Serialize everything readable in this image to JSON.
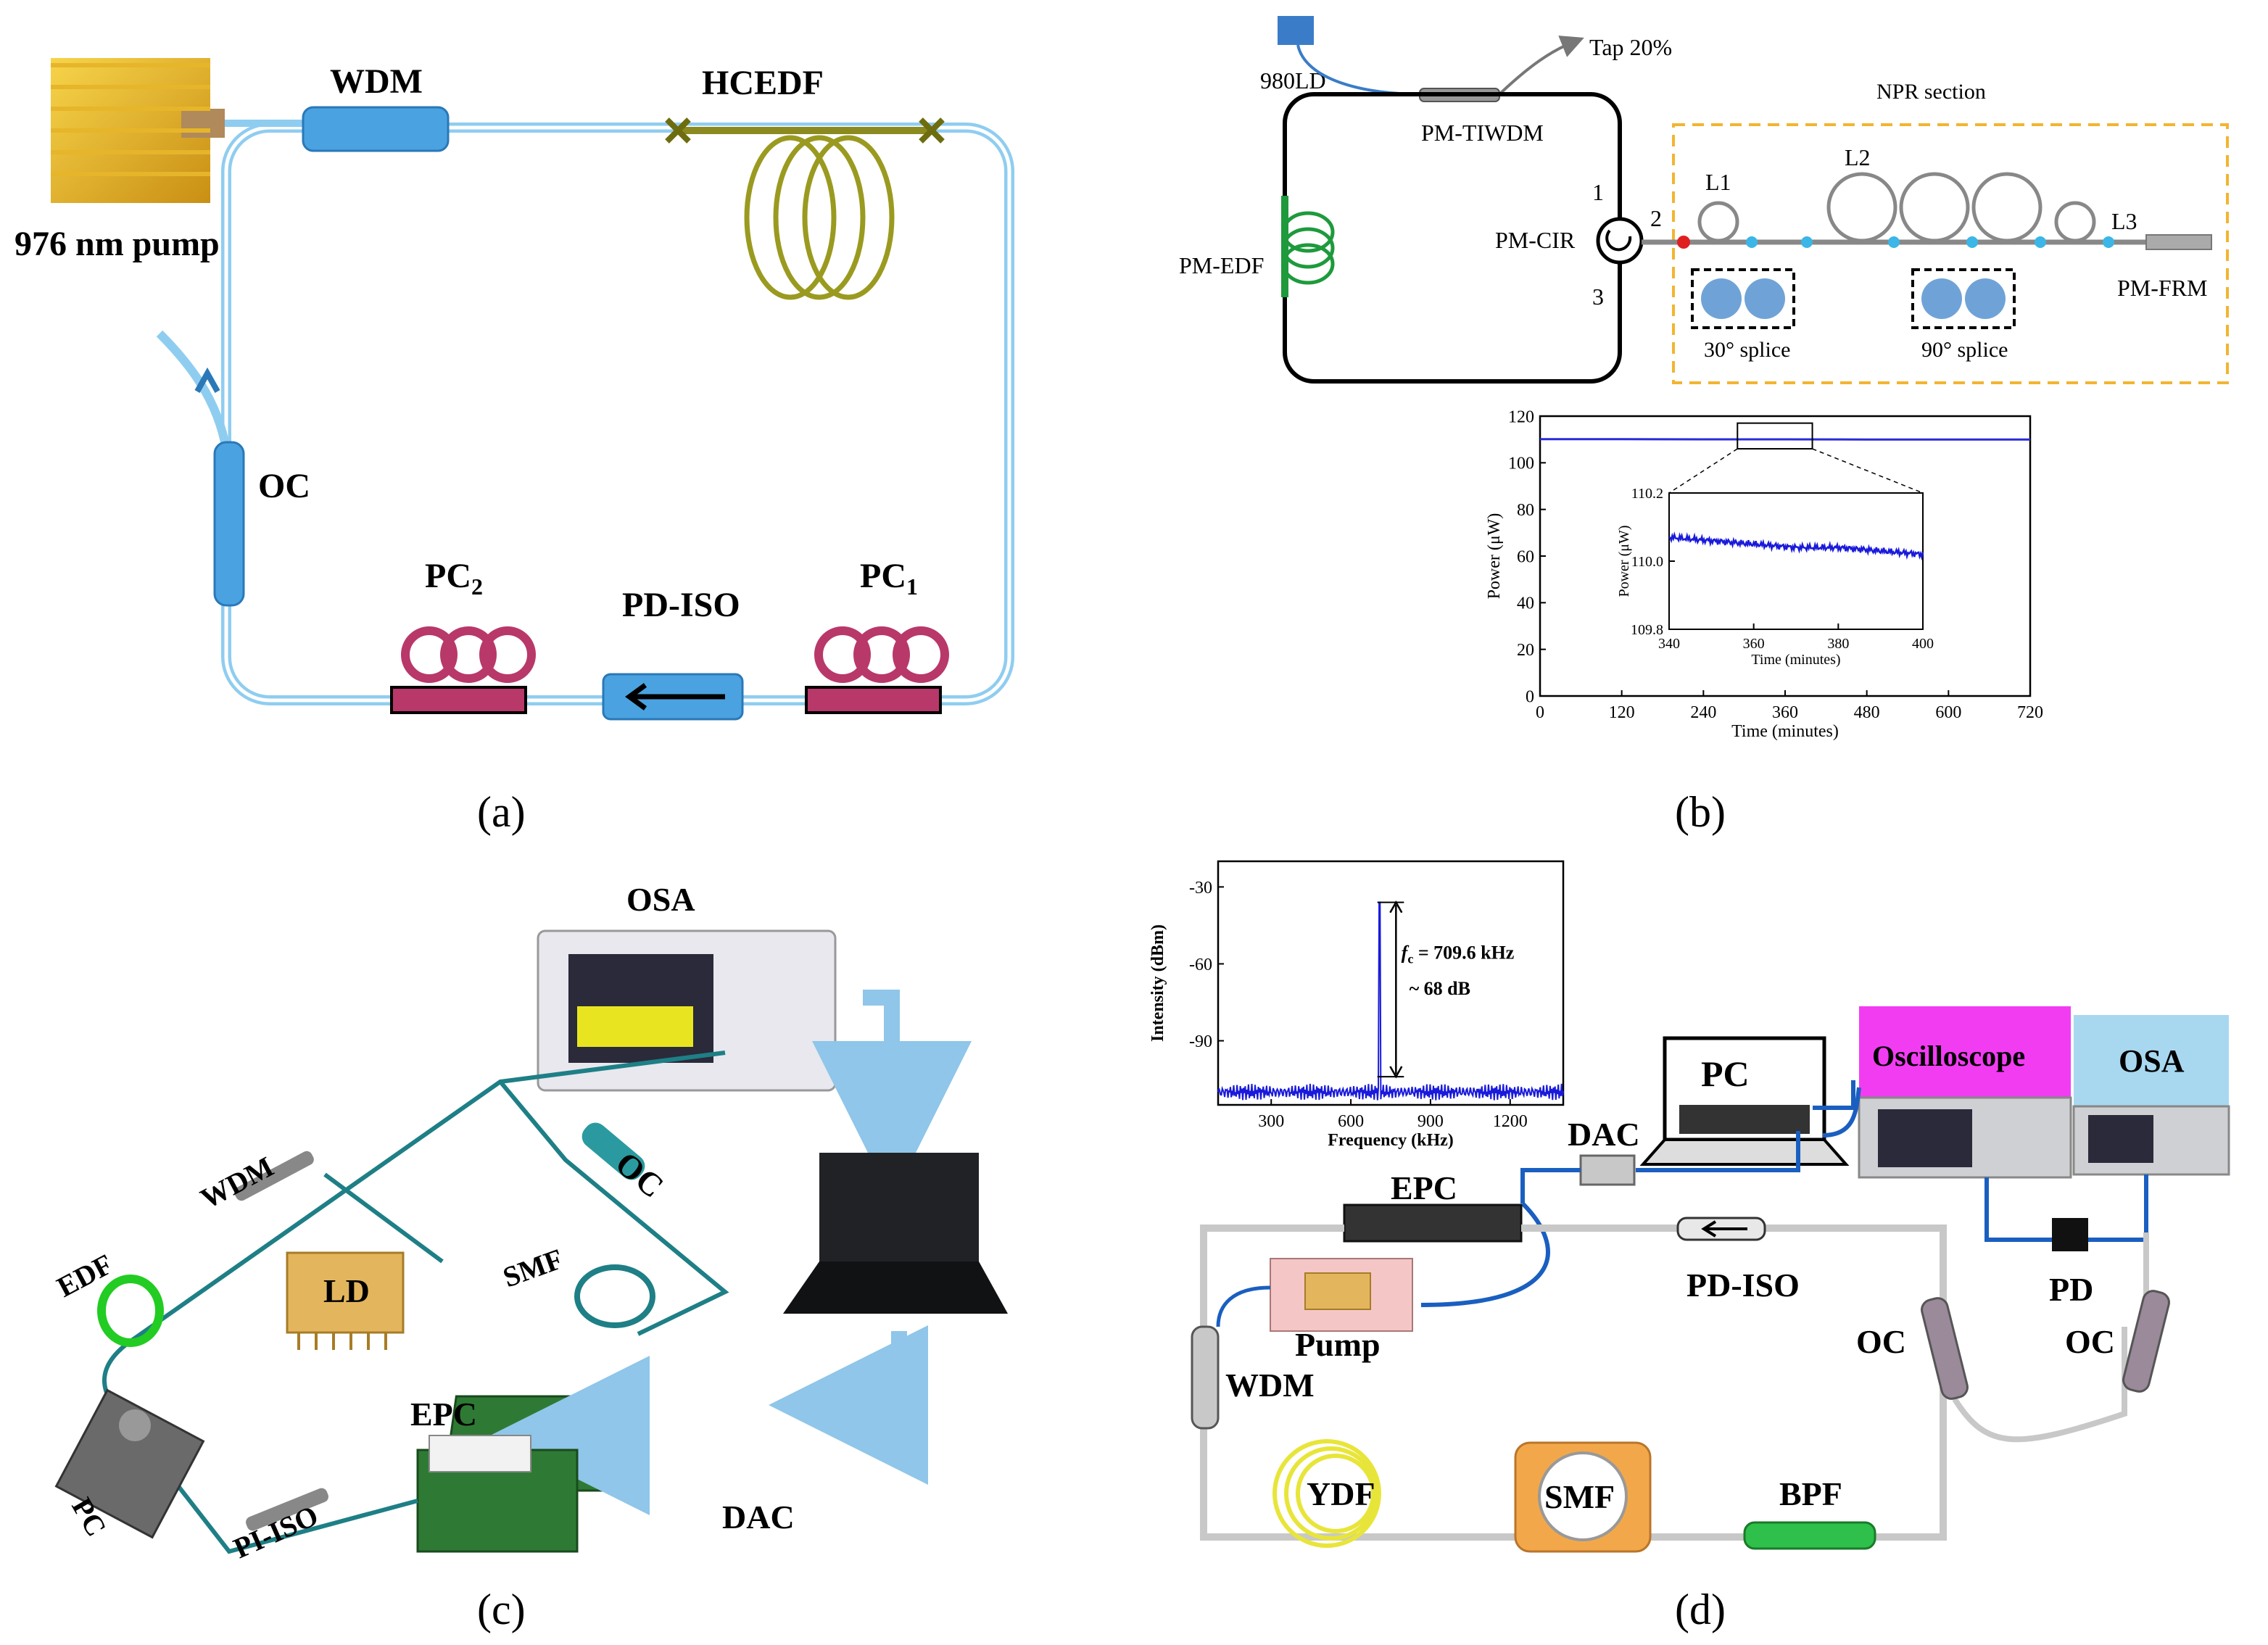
{
  "panel_a": {
    "caption": "(a)",
    "pump": "976 nm pump",
    "wdm": "WDM",
    "hcedf": "HCEDF",
    "oc": "OC",
    "pc2": "PC",
    "pc2_sub": "2",
    "pdiso": "PD-ISO",
    "pc1": "PC",
    "pc1_sub": "1"
  },
  "panel_b": {
    "caption": "(b)",
    "ld": "980LD",
    "tap": "Tap 20%",
    "tiwdm": "PM-TIWDM",
    "edf": "PM-EDF",
    "cir": "PM-CIR",
    "port1": "1",
    "port2": "2",
    "port3": "3",
    "npr": "NPR section",
    "l1": "L1",
    "l2": "L2",
    "l3": "L3",
    "frm": "PM-FRM",
    "splice30": "30° splice",
    "splice90": "90° splice"
  },
  "panel_c": {
    "caption": "(c)",
    "osa": "OSA",
    "wdm": "WDM",
    "oc": "OC",
    "edf": "EDF",
    "ld": "LD",
    "smf": "SMF",
    "epc": "EPC",
    "pc": "PC",
    "piiso": "PI-ISO",
    "dac": "DAC"
  },
  "panel_d": {
    "caption": "(d)",
    "pc": "PC",
    "osc": "Oscilloscope",
    "osa": "OSA",
    "dac": "DAC",
    "epc": "EPC",
    "pdiso": "PD-ISO",
    "pump": "Pump",
    "wdm": "WDM",
    "oc1": "OC",
    "oc2": "OC",
    "pd": "PD",
    "ydf": "YDF",
    "smf": "SMF",
    "bpf": "BPF",
    "annot_f": "f",
    "annot_c": "c",
    "annot_val": " = 709.6 kHz",
    "annot_db": "~ 68 dB"
  },
  "chart_data": [
    {
      "type": "line",
      "panel": "b",
      "xlabel": "Time (minutes)",
      "ylabel": "Power (μW)",
      "xlim": [
        0,
        720
      ],
      "ylim": [
        0,
        120
      ],
      "xticks": [
        "0",
        "120",
        "240",
        "360",
        "480",
        "600",
        "720"
      ],
      "yticks": [
        "0",
        "20",
        "40",
        "60",
        "80",
        "100",
        "120"
      ],
      "series": [
        {
          "x": [
            0,
            120,
            240,
            360,
            480,
            600,
            720
          ],
          "values": [
            110.1,
            110.1,
            110.05,
            110.05,
            110.0,
            110.0,
            110.0
          ]
        }
      ],
      "inset": {
        "xlabel": "Time (minutes)",
        "ylabel": "Power (μW)",
        "xlim": [
          340,
          400
        ],
        "ylim": [
          109.8,
          110.2
        ],
        "xticks": [
          "340",
          "360",
          "380",
          "400"
        ],
        "yticks": [
          "109.8",
          "110.0",
          "110.2"
        ],
        "series": [
          {
            "x": [
              340,
              350,
              360,
              370,
              380,
              390,
              400
            ],
            "values": [
              110.07,
              110.06,
              110.05,
              110.04,
              110.04,
              110.03,
              110.02
            ]
          }
        ]
      },
      "grid": false
    },
    {
      "type": "line",
      "panel": "d",
      "xlabel": "Frequency (kHz)",
      "ylabel": "Intensity (dBm)",
      "xlim": [
        100,
        1400
      ],
      "ylim": [
        -115,
        -20
      ],
      "xticks": [
        "300",
        "600",
        "900",
        "1200"
      ],
      "yticks": [
        "-30",
        "-60",
        "-90"
      ],
      "series": [
        {
          "x": [
            100,
            400,
            700,
            709.6,
            720,
            1000,
            1400
          ],
          "values": [
            -110,
            -110,
            -109,
            -36,
            -109,
            -110,
            -110
          ]
        }
      ],
      "grid": false
    }
  ]
}
